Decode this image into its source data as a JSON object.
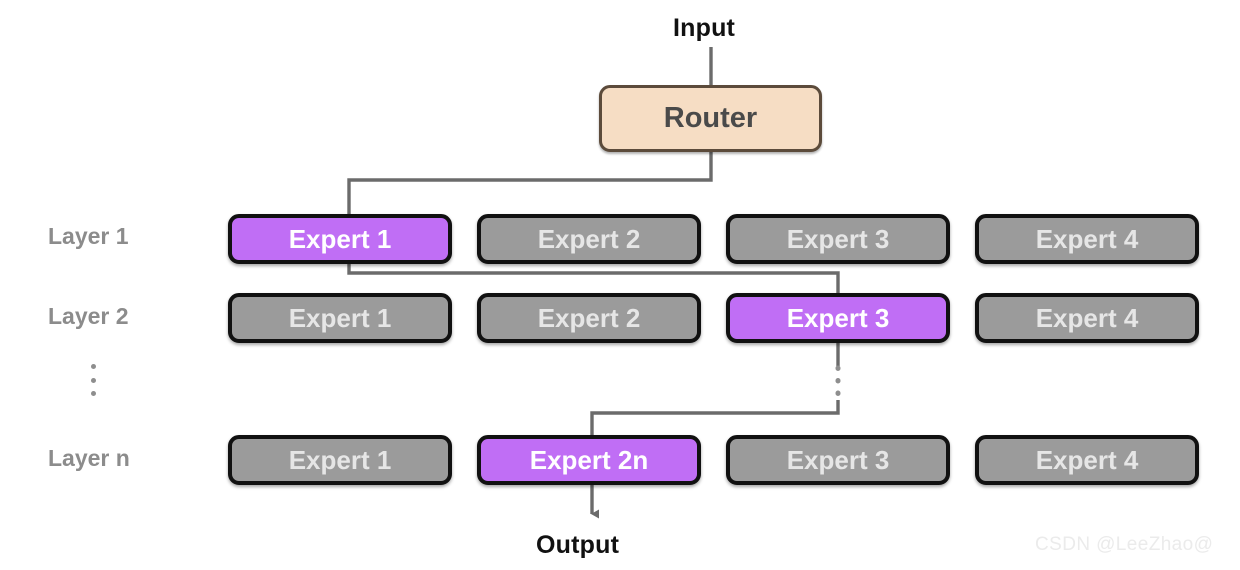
{
  "diagram": {
    "title": "Mixture of Experts routing diagram",
    "input_label": "Input",
    "output_label": "Output",
    "watermark": "CSDN @LeeZhao@",
    "ellipsis_glyph": "vertical-ellipsis"
  },
  "router": {
    "label": "Router",
    "fill": "#f6ddc4",
    "border": "#5c4b3b",
    "text_color": "#4a4a4a"
  },
  "colors": {
    "active_fill": "#c06ef5",
    "active_text": "#ffffff",
    "inactive_fill": "#9b9b9b",
    "inactive_text": "#e6e6e6",
    "box_border": "#111111",
    "wire": "#6b6b6b",
    "layer_label": "#8c8c8c",
    "io_label": "#111111",
    "watermark": "#ebebeb",
    "background": "#ffffff"
  },
  "layers": [
    {
      "label": "Layer 1",
      "experts": [
        {
          "label": "Expert 1",
          "active": true
        },
        {
          "label": "Expert 2",
          "active": false
        },
        {
          "label": "Expert 3",
          "active": false
        },
        {
          "label": "Expert 4",
          "active": false
        }
      ]
    },
    {
      "label": "Layer 2",
      "experts": [
        {
          "label": "Expert 1",
          "active": false
        },
        {
          "label": "Expert 2",
          "active": false
        },
        {
          "label": "Expert 3",
          "active": true
        },
        {
          "label": "Expert 4",
          "active": false
        }
      ]
    },
    {
      "label": "Layer n",
      "experts": [
        {
          "label": "Expert 1",
          "active": false
        },
        {
          "label": "Expert 2n",
          "active": true
        },
        {
          "label": "Expert 3",
          "active": false
        },
        {
          "label": "Expert 4",
          "active": false
        }
      ]
    }
  ],
  "path": {
    "description": "Input to Router, Router to Layer 1 Expert 1, to Layer 2 Expert 3, through skipped layers, to Layer n Expert 2n, to Output",
    "steps": [
      "Input",
      "Router",
      "Layer 1 / Expert 1",
      "Layer 2 / Expert 3",
      "Layer n / Expert 2n",
      "Output"
    ]
  }
}
